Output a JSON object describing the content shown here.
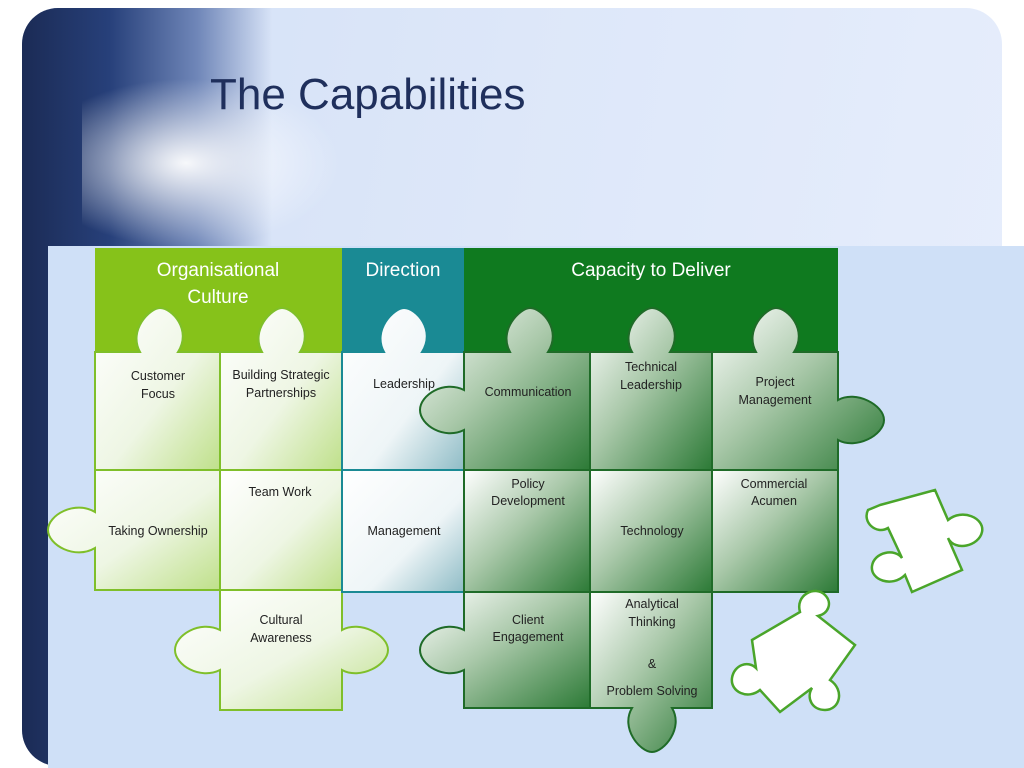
{
  "slide": {
    "title": "The Capabilities"
  },
  "headers": {
    "organisational_culture_line1": "Organisational",
    "organisational_culture_line2": "Culture",
    "direction": "Direction",
    "capacity_to_deliver": "Capacity to Deliver"
  },
  "pieces": {
    "customer_focus_1": "Customer",
    "customer_focus_2": "Focus",
    "building_partnerships_1": "Building Strategic",
    "building_partnerships_2": "Partnerships",
    "leadership": "Leadership",
    "communication": "Communication",
    "technical_leadership_1": "Technical",
    "technical_leadership_2": "Leadership",
    "project_management_1": "Project",
    "project_management_2": "Management",
    "taking_ownership": "Taking Ownership",
    "team_work": "Team Work",
    "management": "Management",
    "policy_development_1": "Policy",
    "policy_development_2": "Development",
    "technology": "Technology",
    "commercial_acumen_1": "Commercial",
    "commercial_acumen_2": "Acumen",
    "cultural_awareness_1": "Cultural",
    "cultural_awareness_2": "Awareness",
    "client_engagement_1": "Client",
    "client_engagement_2": "Engagement",
    "analytical_1": "Analytical",
    "analytical_2": "Thinking",
    "analytical_3": "&",
    "analytical_4": "Problem Solving"
  },
  "colors": {
    "org_culture": "#86c21a",
    "direction": "#1a8a94",
    "capacity": "#0f7a1f",
    "title": "#1f2f5c"
  }
}
